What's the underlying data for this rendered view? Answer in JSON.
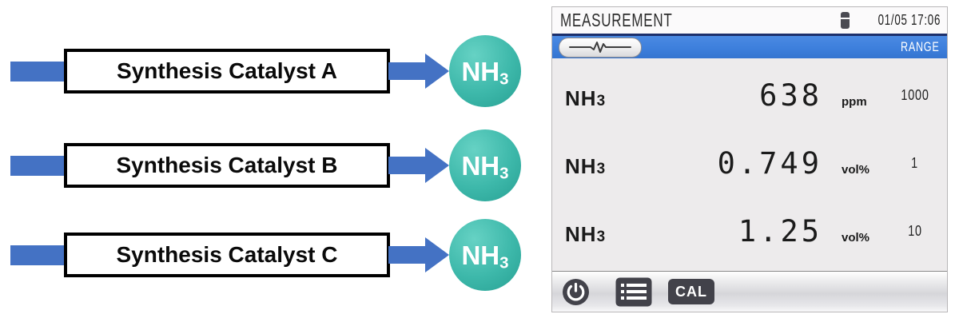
{
  "diagram": {
    "rows": [
      {
        "label": "Synthesis Catalyst A",
        "product": "NH",
        "product_sub": "3"
      },
      {
        "label": "Synthesis Catalyst B",
        "product": "NH",
        "product_sub": "3"
      },
      {
        "label": "Synthesis Catalyst C",
        "product": "NH",
        "product_sub": "3"
      }
    ],
    "colors": {
      "arrow_blue": "#4472C4",
      "molecule_teal": "#35B3A5",
      "molecule_teal_light": "#66D2C4",
      "molecule_teal_dark": "#27A093"
    }
  },
  "device": {
    "header": {
      "title": "MEASUREMENT",
      "battery_icon": "battery-icon",
      "datetime": "01/05 17:06"
    },
    "function_bar": {
      "waveform_icon": "waveform-icon",
      "range_label": "RANGE"
    },
    "readings": [
      {
        "gas": "NH",
        "gas_sub": "3",
        "value": "638",
        "unit": "ppm",
        "range": "1000"
      },
      {
        "gas": "NH",
        "gas_sub": "3",
        "value": "0.749",
        "unit": "vol%",
        "range": "1"
      },
      {
        "gas": "NH",
        "gas_sub": "3",
        "value": "1.25",
        "unit": "vol%",
        "range": "10"
      }
    ],
    "bottom_toolbar": {
      "power_icon": "power-icon",
      "menu_icon": "menu-list-icon",
      "cal_label": "CAL"
    },
    "colors": {
      "function_bar_blue": "#3D7FDC",
      "header_navy_line": "#1C2F6B",
      "body_bg": "#EDEBEC",
      "icon_dark": "#42424A"
    }
  }
}
